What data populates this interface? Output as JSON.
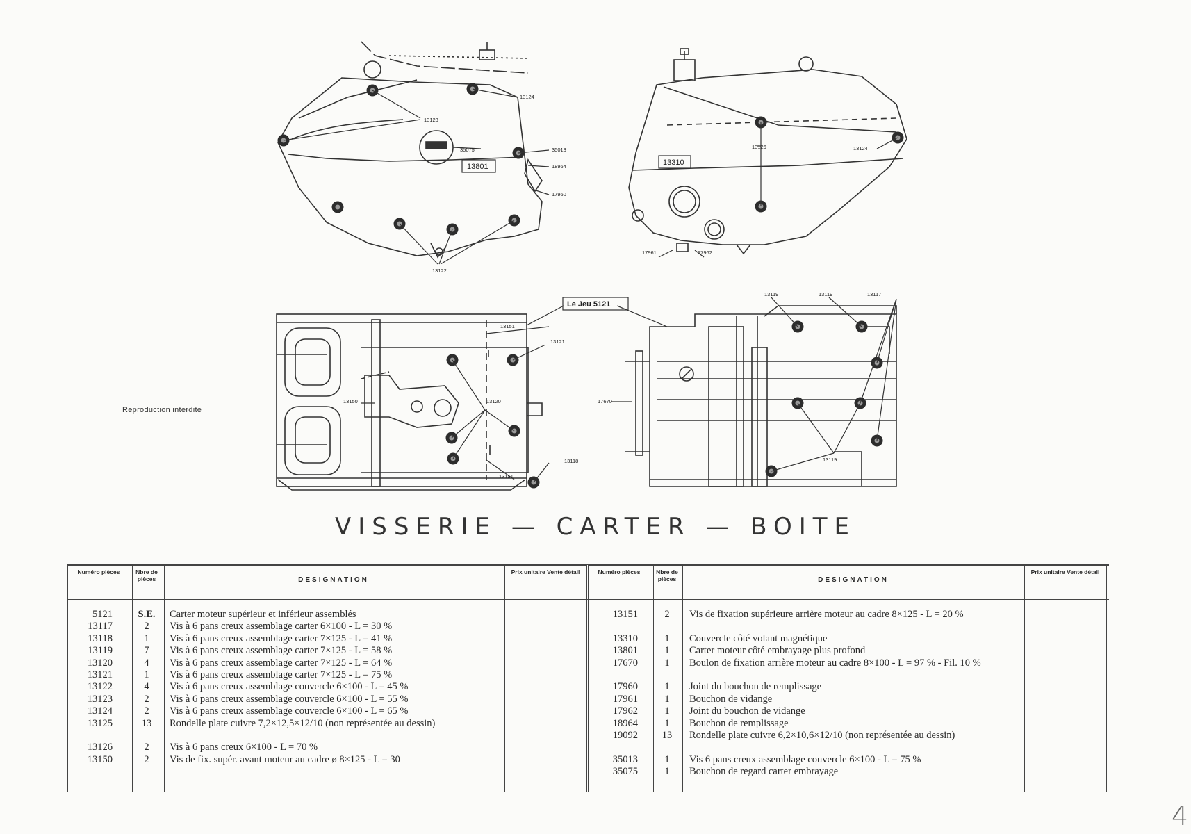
{
  "notice": "Reproduction interdite",
  "title": "VISSERIE — CARTER — BOITE",
  "page_number": "4",
  "drawings": {
    "top_left": {
      "callouts": [
        "13123",
        "13124",
        "35075",
        "35013",
        "18964",
        "17960",
        "13122"
      ],
      "plate": "13801"
    },
    "top_right": {
      "callouts": [
        "13126",
        "13124",
        "17961",
        "17962"
      ],
      "plate": "13310"
    },
    "kit_label": "Le Jeu 5121",
    "bottom_left": {
      "callouts": [
        "13151",
        "13121",
        "13150",
        "13120",
        "13118",
        "13151"
      ]
    },
    "bottom_right": {
      "callouts": [
        "13119",
        "13119",
        "13117",
        "17670",
        "13119"
      ]
    }
  },
  "table": {
    "headers": {
      "numero": "Numéro pièces",
      "nombre": "Nbre de pièces",
      "designation": "DESIGNATION",
      "prix": "Prix unitaire Vente détail"
    },
    "left_rows": [
      {
        "num": "5121",
        "qty": "S.E.",
        "desc": "Carter moteur supérieur et inférieur assemblés"
      },
      {
        "num": "13117",
        "qty": "2",
        "desc": "Vis à 6 pans creux assemblage carter 6×100 - L = 30 %"
      },
      {
        "num": "13118",
        "qty": "1",
        "desc": "Vis à 6 pans creux assemblage carter 7×125 - L = 41 %"
      },
      {
        "num": "13119",
        "qty": "7",
        "desc": "Vis à 6 pans creux assemblage carter 7×125 - L = 58 %"
      },
      {
        "num": "13120",
        "qty": "4",
        "desc": "Vis à 6 pans creux assemblage carter 7×125 - L = 64 %"
      },
      {
        "num": "13121",
        "qty": "1",
        "desc": "Vis à 6 pans creux assemblage carter 7×125 - L = 75 %"
      },
      {
        "num": "13122",
        "qty": "4",
        "desc": "Vis à 6 pans creux assemblage couvercle 6×100 - L = 45 %"
      },
      {
        "num": "13123",
        "qty": "2",
        "desc": "Vis à 6 pans creux assemblage couvercle 6×100 - L = 55 %"
      },
      {
        "num": "13124",
        "qty": "2",
        "desc": "Vis à 6 pans creux assemblage couvercle 6×100 - L = 65 %"
      },
      {
        "num": "13125",
        "qty": "13",
        "desc": "Rondelle plate cuivre 7,2×12,5×12/10 (non représentée au dessin)"
      },
      {
        "num": "13126",
        "qty": "2",
        "desc": "Vis à 6 pans creux 6×100 - L = 70 %"
      },
      {
        "num": "13150",
        "qty": "2",
        "desc": "Vis de fix. supér. avant moteur au cadre ø 8×125 - L = 30"
      }
    ],
    "right_rows": [
      {
        "num": "13151",
        "qty": "2",
        "desc": "Vis de fixation supérieure arrière moteur au cadre 8×125 - L = 20 %"
      },
      {
        "num": "13310",
        "qty": "1",
        "desc": "Couvercle côté volant magnétique"
      },
      {
        "num": "13801",
        "qty": "1",
        "desc": "Carter moteur côté embrayage plus profond"
      },
      {
        "num": "17670",
        "qty": "1",
        "desc": "Boulon de fixation arrière moteur au cadre 8×100 - L = 97 % - Fil. 10 %"
      },
      {
        "num": "17960",
        "qty": "1",
        "desc": "Joint du bouchon de remplissage"
      },
      {
        "num": "17961",
        "qty": "1",
        "desc": "Bouchon de vidange"
      },
      {
        "num": "17962",
        "qty": "1",
        "desc": "Joint du bouchon de vidange"
      },
      {
        "num": "18964",
        "qty": "1",
        "desc": "Bouchon de remplissage"
      },
      {
        "num": "19092",
        "qty": "13",
        "desc": "Rondelle plate cuivre 6,2×10,6×12/10 (non représentée au dessin)"
      },
      {
        "num": "35013",
        "qty": "1",
        "desc": "Vis 6 pans creux assemblage couvercle 6×100 - L = 75 %"
      },
      {
        "num": "35075",
        "qty": "1",
        "desc": "Bouchon de regard carter embrayage"
      }
    ]
  }
}
